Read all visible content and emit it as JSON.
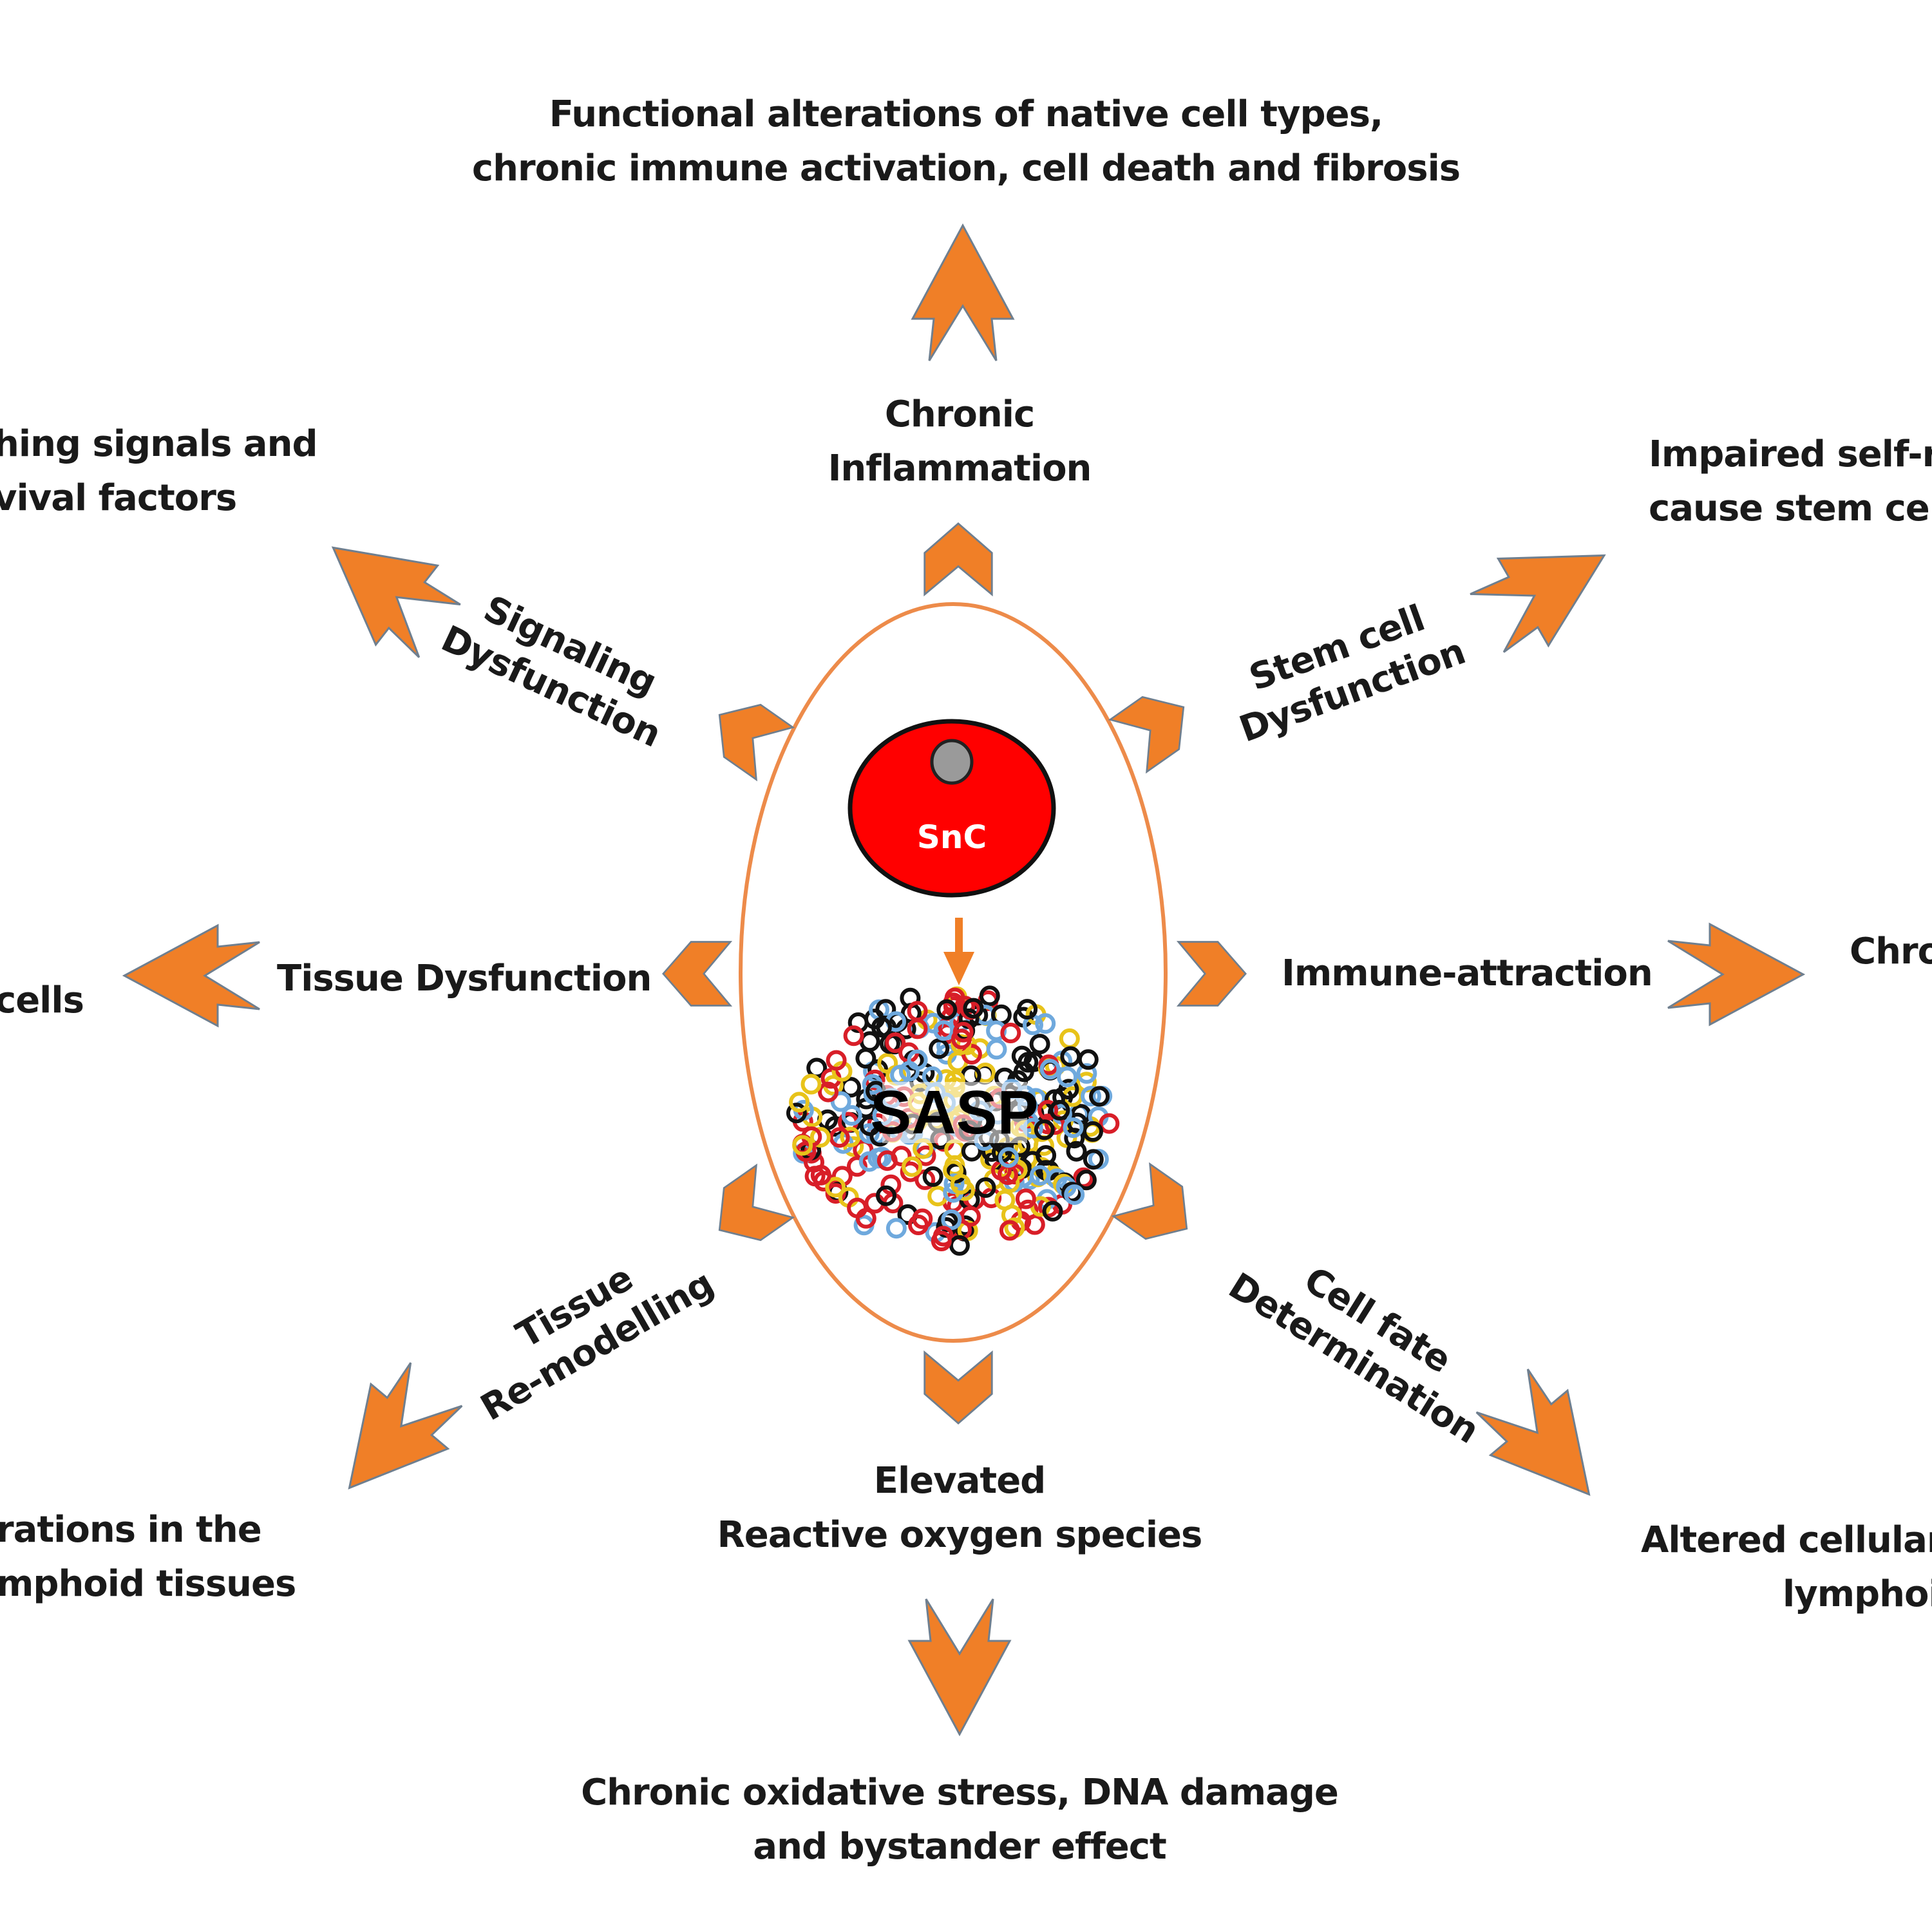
{
  "colors": {
    "arrow_fill": "#F07F27",
    "arrow_edge": "#6F7F8F",
    "ellipse_stroke": "#ED8B4A",
    "cell_fill": "#FF0000",
    "cell_stroke": "#111111",
    "nucleus_fill": "#9A9A9A",
    "sasp_colors": [
      "#111111",
      "#E8C31A",
      "#D81E28",
      "#6FA9DD"
    ]
  },
  "center": {
    "cell_label": "SnC",
    "secretome_label": "SASP"
  },
  "branches": {
    "top": {
      "mechanism": [
        "Chronic",
        "Inflammation"
      ],
      "outcome": [
        "Functional alterations of native cell types,",
        "chronic immune activation, cell death and fibrosis"
      ]
    },
    "top_left": {
      "mechanism": [
        "Signaling",
        "Dysfunction"
      ],
      "outcome": [
        "hing signals and",
        "vival factors"
      ]
    },
    "top_right": {
      "mechanism": [
        "Stem cell",
        "Dysfunction"
      ],
      "outcome": [
        "Impaired self-r",
        "cause stem cell"
      ]
    },
    "left": {
      "mechanism": [
        "Tissue Dysfunction"
      ],
      "outcome": [
        "cells"
      ]
    },
    "right": {
      "mechanism": [
        "Immune-attraction"
      ],
      "outcome": [
        "Chro"
      ]
    },
    "bottom_left": {
      "mechanism": [
        "Tissue",
        "Re-modelling"
      ],
      "outcome": [
        "rations in the",
        "mphoid tissues"
      ]
    },
    "bottom_right": {
      "mechanism": [
        "Cell fate",
        "Determination"
      ],
      "outcome": [
        "Altered cellular",
        "lymphoi"
      ]
    },
    "bottom": {
      "mechanism": [
        "Elevated",
        "Reactive oxygen species"
      ],
      "outcome": [
        "Chronic oxidative stress, DNA damage",
        "and bystander effect"
      ]
    }
  }
}
